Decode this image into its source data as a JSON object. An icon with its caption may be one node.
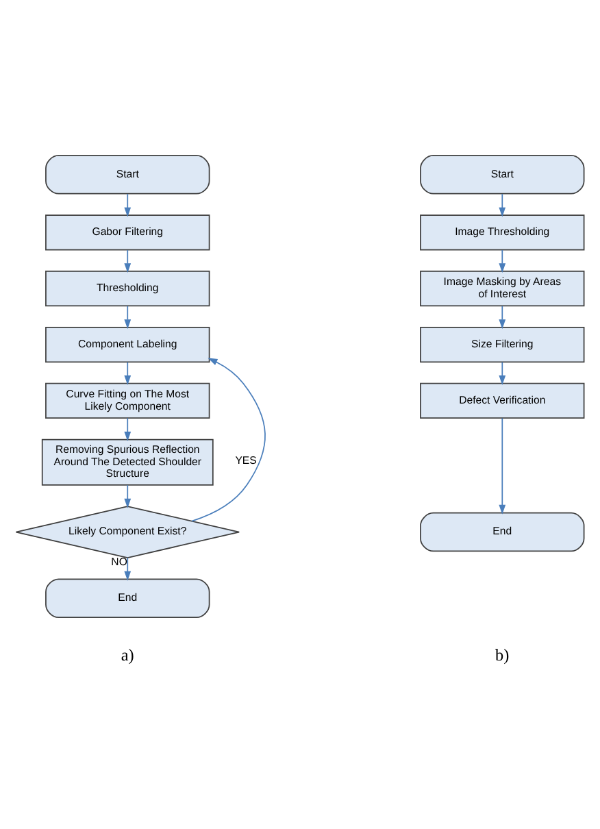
{
  "diagram": {
    "nodes": [
      {
        "text": [
          "Start"
        ]
      },
      {
        "text": [
          "Gabor Filtering"
        ]
      },
      {
        "text": [
          "Thresholding"
        ]
      },
      {
        "text": [
          "Component Labeling"
        ]
      },
      {
        "text": [
          "Curve Fitting on The Most Likely Component"
        ]
      },
      {
        "text": [
          "Removing Spurious Reflection Around The Detected Shoulder Structure"
        ]
      },
      {
        "text": [
          "Likely Component Exist?"
        ]
      },
      {
        "text": [
          "End"
        ]
      },
      {
        "text": [
          "Start"
        ]
      },
      {
        "text": [
          "Image Thresholding"
        ]
      },
      {
        "text": [
          "Image Masking by Areas of Interest"
        ]
      },
      {
        "text": [
          "Size Filtering"
        ]
      },
      {
        "text": [
          "Defect Verification"
        ]
      },
      {
        "text": [
          "End"
        ]
      }
    ],
    "edges": [
      {
        "from": 0,
        "to": 1,
        "arrow": "to"
      },
      {
        "from": 1,
        "to": 2,
        "arrow": "to"
      },
      {
        "from": 2,
        "to": 3,
        "arrow": "to"
      },
      {
        "from": 3,
        "to": 4,
        "arrow": "to"
      },
      {
        "from": 4,
        "to": 5,
        "arrow": "to"
      },
      {
        "from": 5,
        "to": 6,
        "arrow": "to"
      },
      {
        "from": 6,
        "to": 3,
        "arrow": "to",
        "label": "YES"
      },
      {
        "from": 6,
        "to": 7,
        "arrow": "to",
        "label": "NO"
      },
      {
        "from": 8,
        "to": 9,
        "arrow": "to"
      },
      {
        "from": 9,
        "to": 10,
        "arrow": "to"
      },
      {
        "from": 10,
        "to": 11,
        "arrow": "to"
      },
      {
        "from": 11,
        "to": 12,
        "arrow": "to"
      },
      {
        "from": 12,
        "to": 13,
        "arrow": "to"
      }
    ],
    "labels": [
      "a)",
      "b)"
    ]
  }
}
